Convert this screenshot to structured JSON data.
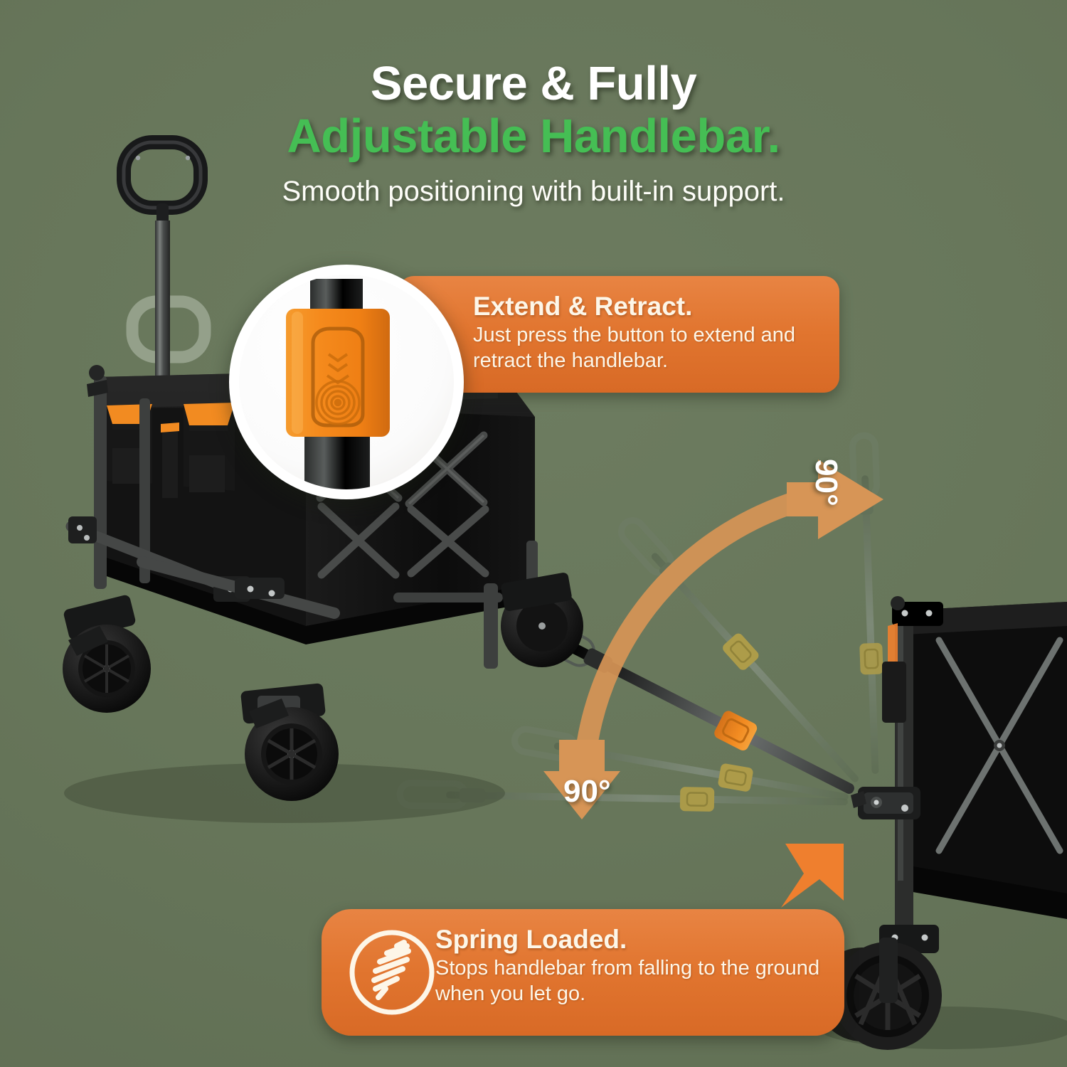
{
  "page": {
    "background_color": "#67765a",
    "accent_orange": "#e1752f",
    "accent_green": "#45be54",
    "text_cream": "#fdf6e8"
  },
  "header": {
    "title_line1": "Secure & Fully",
    "title_line2": "Adjustable Handlebar.",
    "subtitle": "Smooth positioning with built-in support."
  },
  "callouts": [
    {
      "id": "extend-retract",
      "title": "Extend & Retract.",
      "body": "Just press the button to extend and retract the handlebar.",
      "icon": "magnifier-circle"
    },
    {
      "id": "spring-loaded",
      "title": "Spring Loaded.",
      "body": "Stops handlebar from falling to the ground when you let go.",
      "icon": "spring-coil-icon"
    }
  ],
  "diagram": {
    "rotation_label_top": "90°",
    "rotation_label_bottom": "90°",
    "arc_color": "#d79556",
    "pivot_arrow_color": "#ef7f2e",
    "handle_positions": 5,
    "sweep_degrees": 180
  },
  "products": {
    "left_wagon": {
      "name": "folding-wagon-handle-extended",
      "frame_color": "#3b3d3c",
      "fabric_color": "#121212",
      "trim_color": "#f28b21"
    },
    "right_wagon": {
      "name": "folding-wagon-side-view",
      "frame_color": "#2c2d2c",
      "fabric_color": "#0e0e0e"
    }
  }
}
